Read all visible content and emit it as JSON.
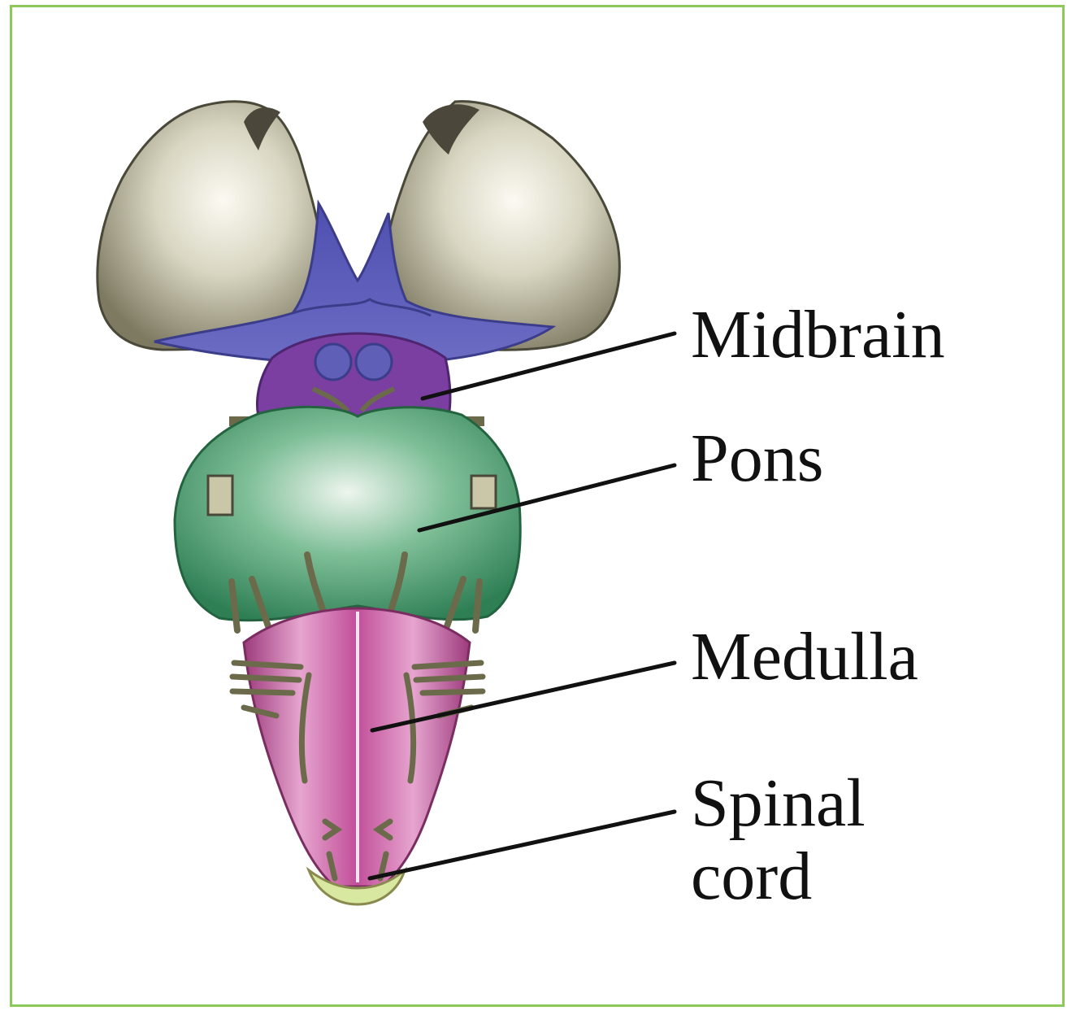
{
  "labels": {
    "midbrain": "Midbrain",
    "pons": "Pons",
    "medulla": "Medulla",
    "spinal_cord_line1": "Spinal",
    "spinal_cord_line2": "cord"
  },
  "colors": {
    "frame_border": "#8cc85a",
    "cerebral_hemispheres": "#b8b49a",
    "midbrain": "#5f5fb8",
    "midbrain_lower": "#7a3fa0",
    "pons": "#3f9a6a",
    "medulla": "#c24f9a",
    "spinal_cord_tip": "#d8e8a0",
    "nerves": "#6b6a4a",
    "leader_lines": "#111111"
  }
}
